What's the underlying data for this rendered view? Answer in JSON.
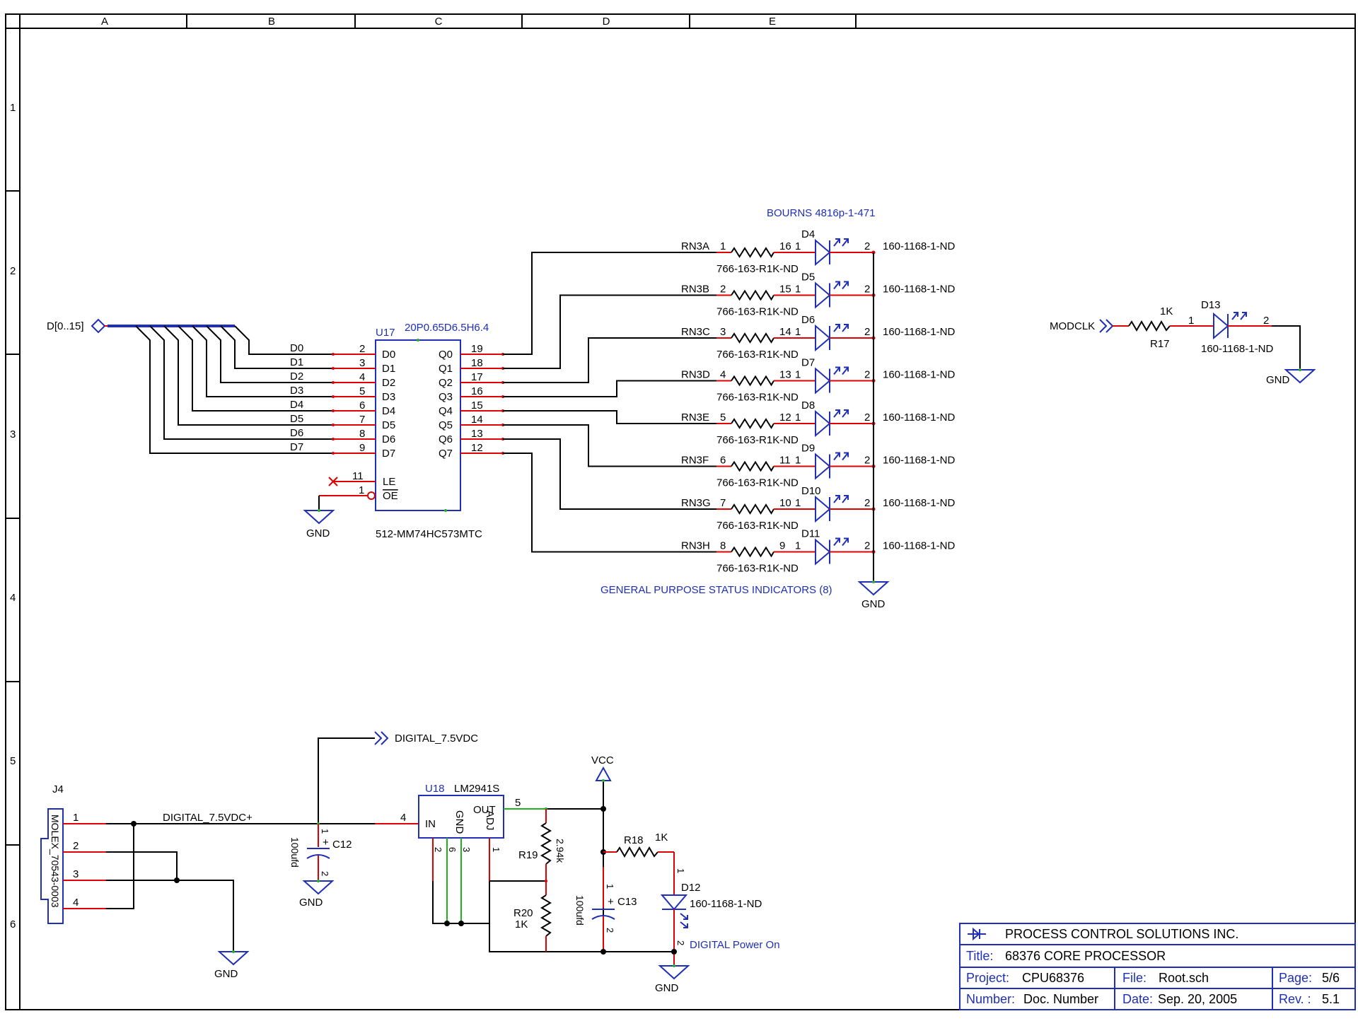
{
  "border": {
    "columns": [
      "A",
      "B",
      "C",
      "D",
      "E"
    ],
    "rows": [
      "1",
      "2",
      "3",
      "4",
      "5",
      "6"
    ]
  },
  "bus": {
    "label": "D[0..15]",
    "signals": [
      "D0",
      "D1",
      "D2",
      "D3",
      "D4",
      "D5",
      "D6",
      "D7"
    ]
  },
  "u17": {
    "ref": "U17",
    "value": "20P0.65D6.5H6.4",
    "part": "512-MM74HC573MTC",
    "in_pins": [
      "2",
      "3",
      "4",
      "5",
      "6",
      "7",
      "8",
      "9"
    ],
    "in_names": [
      "D0",
      "D1",
      "D2",
      "D3",
      "D4",
      "D5",
      "D6",
      "D7"
    ],
    "out_pins": [
      "19",
      "18",
      "17",
      "16",
      "15",
      "14",
      "13",
      "12"
    ],
    "out_names": [
      "Q0",
      "Q1",
      "Q2",
      "Q3",
      "Q4",
      "Q5",
      "Q6",
      "Q7"
    ],
    "le": {
      "pin": "11",
      "name": "LE"
    },
    "oe": {
      "pin": "1",
      "name": "OE"
    },
    "gnd": "GND"
  },
  "resnet": {
    "title": "BOURNS 4816p-1-471",
    "refs": [
      "RN3A",
      "RN3B",
      "RN3C",
      "RN3D",
      "RN3E",
      "RN3F",
      "RN3G",
      "RN3H"
    ],
    "pin_left": [
      "1",
      "2",
      "3",
      "4",
      "5",
      "6",
      "7",
      "8"
    ],
    "pin_right": [
      "16",
      "15",
      "14",
      "13",
      "12",
      "11",
      "10",
      "9"
    ],
    "part": "766-163-R1K-ND"
  },
  "leds": {
    "refs": [
      "D4",
      "D5",
      "D6",
      "D7",
      "D8",
      "D9",
      "D10",
      "D11"
    ],
    "pin_in": "1",
    "pin_out": "2",
    "part": "160-1168-1-ND",
    "caption": "GENERAL PURPOSE STATUS INDICATORS (8)",
    "gnd": "GND"
  },
  "modclk": {
    "net": "MODCLK",
    "r_ref": "R17",
    "r_val": "1K",
    "led_ref": "D13",
    "led_part": "160-1168-1-ND",
    "pin1": "1",
    "pin2": "2",
    "gnd": "GND"
  },
  "power": {
    "j4_ref": "J4",
    "j4_part": "MOLEX_70543-0003",
    "j4_pins": [
      "1",
      "2",
      "3",
      "4"
    ],
    "net_plus": "DIGITAL_7.5VDC+",
    "net_port": "DIGITAL_7.5VDC",
    "gnd": "GND",
    "c12_ref": "C12",
    "c12_val": "100ufd",
    "c13_ref": "C13",
    "c13_val": "100ufd",
    "plus": "+",
    "cap_p1": "1",
    "cap_p2": "2",
    "u18_ref": "U18",
    "u18_part": "LM2941S",
    "u18_in": "IN",
    "u18_out": "OUT",
    "u18_gnd": "GND",
    "u18_adj": "ADJ",
    "u18_pin_in": "4",
    "u18_pin_out": "5",
    "u18_pin_adj": "1",
    "u18_pin_g1": "2",
    "u18_pin_g2": "6",
    "u18_pin_g3": "3",
    "vcc": "VCC",
    "r19_ref": "R19",
    "r19_val": "2.94k",
    "r20_ref": "R20",
    "r20_val": "1K",
    "r18_ref": "R18",
    "r18_val": "1K",
    "d12_ref": "D12",
    "d12_part": "160-1168-1-ND",
    "d12_pin1": "1",
    "d12_pin2": "2",
    "d12_label": "DIGITAL Power On"
  },
  "titleblock": {
    "company": "PROCESS CONTROL SOLUTIONS INC.",
    "title_label": "Title:",
    "title": "68376 CORE PROCESSOR",
    "project_label": "Project:",
    "project": "CPU68376",
    "file_label": "File:",
    "file": "Root.sch",
    "page_label": "Page:",
    "page": "5/6",
    "number_label": "Number:",
    "number": "Doc. Number",
    "date_label": "Date:",
    "date": "Sep. 20, 2005",
    "rev_label": "Rev. :",
    "rev": "5.1"
  },
  "colors": {
    "wire": "#000000",
    "symbol": "#1f2fb8",
    "pin_red": "#e00000",
    "pin_green": "#20b020"
  }
}
